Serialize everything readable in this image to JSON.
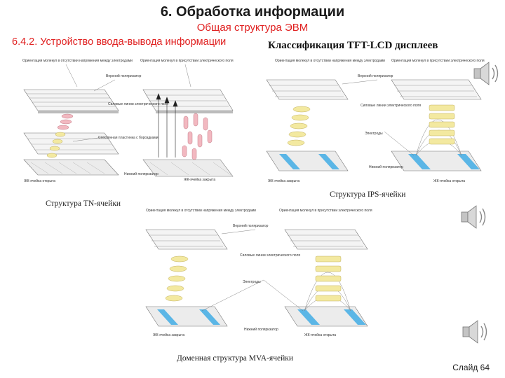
{
  "header": {
    "title": "6. Обработка информации",
    "subtitle": "Общая структура ЭВМ",
    "section": "6.4.2. Устройство ввода-вывода информации",
    "classification": "Классификация TFT-LCD дисплеев"
  },
  "figures": {
    "tn": {
      "caption": "Структура TN-ячейки",
      "labels": {
        "orient_off": "Ориентация молекул в отсутствии напряжения между электродами",
        "orient_on": "Ориентация молекул в присутствии электрического поля",
        "upper_pol": "Верхний поляризатор",
        "field_lines": "Силовые линии электрического поля",
        "glass": "Стеклянная пластинка с бороздками",
        "lower_pol": "Нижний поляризатор",
        "cell_open": "ЖК-ячейка открыта",
        "cell_closed": "ЖК-ячейка закрыта"
      }
    },
    "ips": {
      "caption": "Структура IPS-ячейки",
      "labels": {
        "orient_off": "Ориентация молекул в отсутствии напряжения между электродами",
        "orient_on": "Ориентация молекул в присутствии электрического поля",
        "upper_pol": "Верхний поляризатор",
        "field_lines": "Силовые линии электрического поля",
        "electrodes": "Электроды",
        "lower_pol": "Нижний поляризатор",
        "cell_closed": "ЖК-ячейка закрыта",
        "cell_open": "ЖК-ячейка открыта"
      }
    },
    "mva": {
      "caption": "Доменная структура MVA-ячейки",
      "labels": {
        "orient_off": "Ориентация молекул в отсутствии напряжения между электродами",
        "orient_on": "Ориентация молекул в присутствии электрического поля",
        "upper_pol": "Верхний поляризатор",
        "field_lines": "Силовые линии электрического поля",
        "electrodes": "Электроды",
        "lower_pol": "Нижний поляризатор",
        "cell_closed": "ЖК-ячейка закрыта",
        "cell_open": "ЖК-ячейка открыта"
      }
    }
  },
  "footer": {
    "slide_number": "Слайд 64"
  },
  "icons": [
    "speaker-icon",
    "speaker-icon",
    "speaker-icon"
  ],
  "colors": {
    "heading_red": "#e02020",
    "molecule_yellow": "#f3e9a0",
    "molecule_pink": "#f2b8c0",
    "electrode_blue": "#5bb6e6"
  }
}
